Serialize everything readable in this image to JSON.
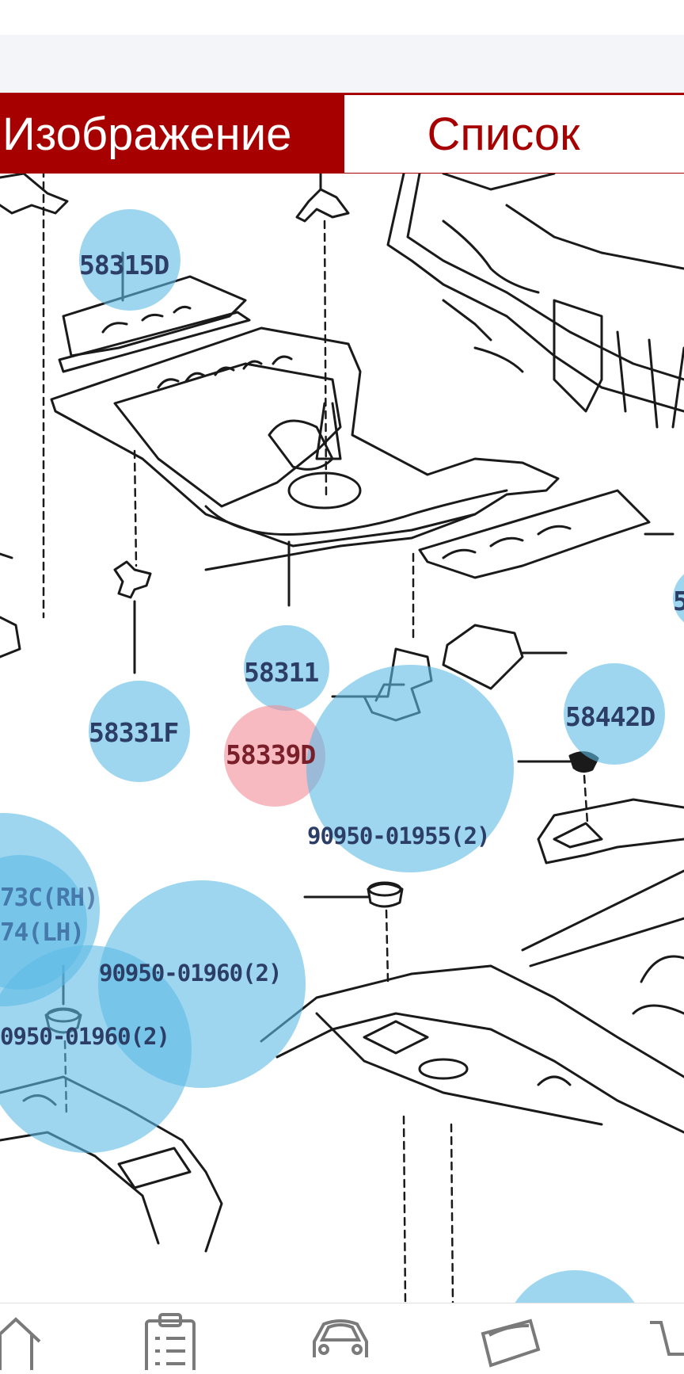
{
  "tabs": {
    "image_label": "Изображение",
    "list_label": "Список"
  },
  "parts": {
    "p58315d": "58315D",
    "p58311": "58311",
    "p58331f": "58331F",
    "p58339d": "58339D",
    "p58442d": "58442D",
    "p90950_01955": "90950-01955(2)",
    "p90950_01960a": "90950-01960(2)",
    "p90950_01960b": "0950-01960(2)",
    "p_rh": "73C(RH)",
    "p_lh": "74(LH)",
    "p_right_edge": "5"
  },
  "selected_part": "58339D",
  "colors": {
    "accent": "#a60000",
    "hotspot": "#5ebae6",
    "hotspot_selected": "#f08c96"
  },
  "bottom_nav": {
    "items": [
      "home-icon",
      "clipboard-icon",
      "car-icon",
      "parts-catalog-icon",
      "cart-icon"
    ]
  }
}
